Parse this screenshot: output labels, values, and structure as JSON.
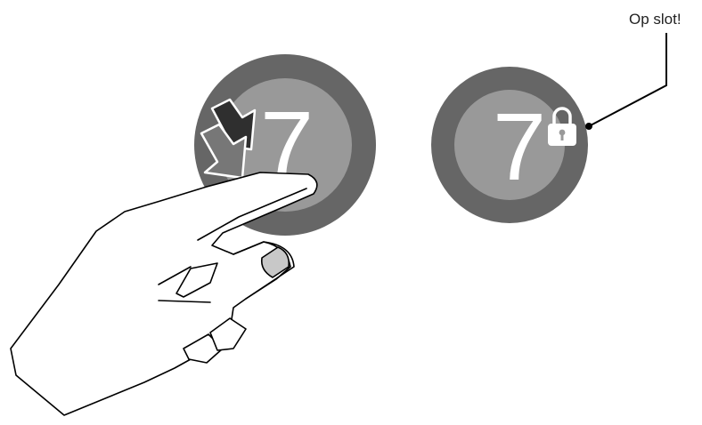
{
  "callout": {
    "label": "Op slot!"
  },
  "dials": [
    {
      "value": "7",
      "state": "press-and-hold"
    },
    {
      "value": "7",
      "state": "locked"
    }
  ],
  "icons": {
    "press": "double-down-arrow-icon",
    "lock": "padlock-icon",
    "hand": "pointing-hand-icon"
  },
  "colors": {
    "ring": "#666666",
    "face": "#999999",
    "digit": "#ffffff",
    "line": "#000000",
    "thumbnail": "#c8c8c8"
  }
}
